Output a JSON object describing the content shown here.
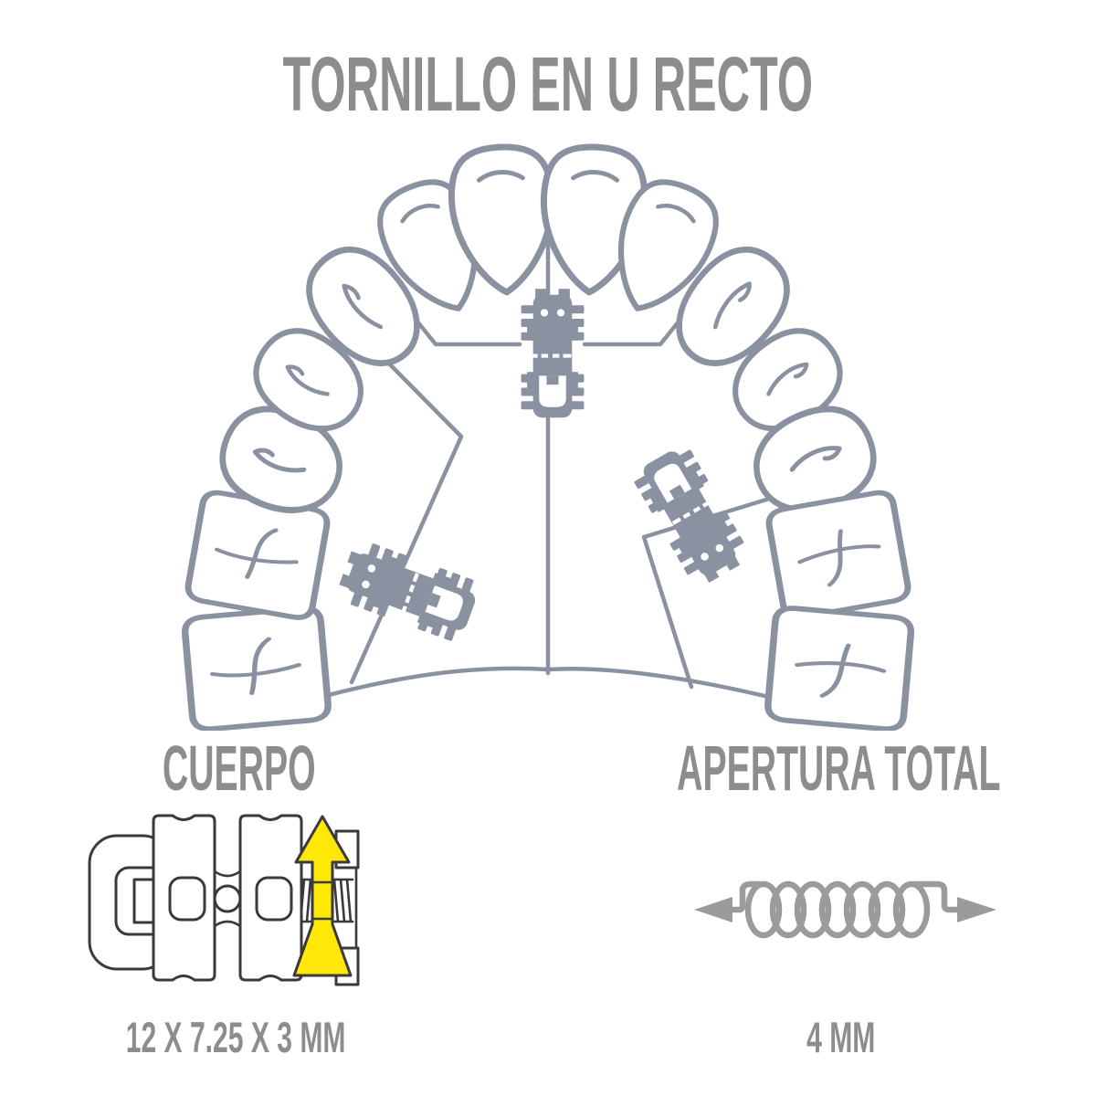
{
  "title": "TORNILLO EN U RECTO",
  "sections": {
    "cuerpo": {
      "label": "CUERPO",
      "dimension": "12 X 7.25 X 3 MM"
    },
    "apertura_total": {
      "label": "APERTURA TOTAL",
      "dimension": "4 MM"
    }
  },
  "colors": {
    "text_gray": "#8D8D8D",
    "diagram_slate": "#8A92A1",
    "technical_outline_dark": "#3A3A3A",
    "arrow_yellow": "#FFE707",
    "spring_gray": "#9B9B9B",
    "background": "#FFFFFF"
  },
  "icons": [
    "dental-arch",
    "expansion-screw",
    "screw-body-drawing",
    "vertical-double-arrow",
    "coil-spring",
    "arrow-left",
    "arrow-right"
  ]
}
